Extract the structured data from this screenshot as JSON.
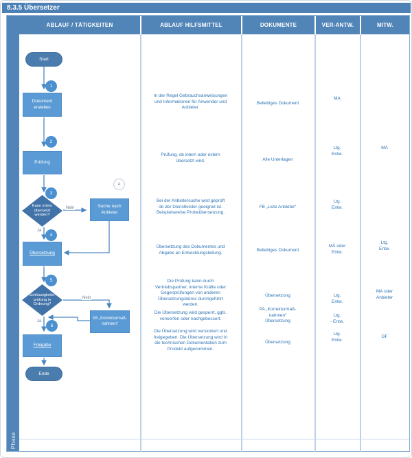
{
  "title": "8.3.5 Übersetzer",
  "phase": "Phase",
  "header": {
    "columns": [
      "ABLAUF / TÄTIGKEITEN",
      "ABLAUF HILFSMITTEL",
      "DOKUMENTE",
      "VER-ANTW.",
      "MITW."
    ]
  },
  "flow": {
    "start": "Start",
    "ende": "Ende",
    "dokument_erstellen": "Dokument\nerstellen",
    "pruefung": "Prüfung",
    "kann_intern": "Kann intern\nübersetzt\nwerden?",
    "suche_anbieter": "Suche nach\nAnbieter",
    "uebersetzung": "Übersetzung",
    "schluessigkeit": "Schlüssigkeits-\nprüfung in\nOrdnung?",
    "pa_korrektur": "PA „Korrekturmaß-\nnahmen“",
    "freigabe": "Freigabe",
    "ja": "Ja",
    "nein": "Nein",
    "badges": {
      "n1": "1",
      "n2": "2",
      "n3": "3",
      "n4": "4",
      "n4b": "4",
      "n5": "5",
      "n6": "6"
    }
  },
  "hilfsmittel": [
    "In der Regel Gebrauchsanweisungen\nund Informationen für Anwender und\nAnbieter.",
    "Prüfung, ob intern oder extern\nübersetzt wird.",
    "Bei der Anbietersuche wird geprüft\nob der Dienstleister geeignet ist.\nBeispielsweise Probeübersetzung.",
    "Übersetzung des Dokumentes und\nAbgabe an Entwicklungsleitung.",
    "Die Prüfung kann durch\nVertriebspartner, interne Kräfte oder\nGegenprüfungen von anderen\nÜbersetzungsbüros durchgeführt\nwerden.",
    "Die Übersetzung wird gesperrt, ggfs.\nverworfen oder nachgebessert.",
    "Die Übersetzung wird versioniert und\nfreigegeben. Die Übersetzung wird in\ndie technischen Dokumentation zum\nProdukt aufgenommen."
  ],
  "dokumente": [
    "Beliebiges Dokument",
    "Alle Unterlagen",
    "FB „Liste Anbieter“",
    "Beliebiges Dokument",
    "Übersetzung",
    "PA „Korrekturmaß-\nnahmen“\nÜbersetzung",
    "Übersetzung"
  ],
  "verantw": [
    "MA",
    "Ltg.\nEntw.",
    "Ltg.\nEntw.",
    "MÄ oder\nEntw.",
    "Ltg.\nEntw.",
    "Ltg.\n- Entw.",
    "Ltg.\nEntw."
  ],
  "mitw": [
    "MA",
    "Ltg.\nEntw.",
    "MA oder\nAnbieter",
    "GF"
  ],
  "colors": {
    "title_blue": "#4d81b6",
    "header_blue": "#5185b8",
    "box_blue": "#5b9bd5",
    "pill_blue": "#4a7cae",
    "diamond_blue": "#4273a8",
    "annotation_text": "#2e74b5",
    "connector_blue": "#4a86c0"
  }
}
